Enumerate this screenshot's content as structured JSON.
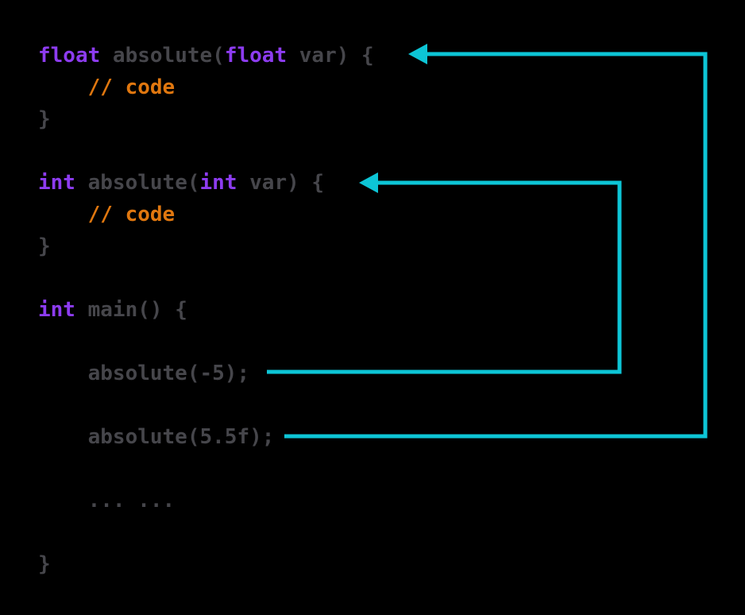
{
  "palette": {
    "background": "#000000",
    "keyword": "#8d3cf0",
    "code": "#46464b",
    "comment": "#e0770f",
    "arrow": "#0dc5d6"
  },
  "code": {
    "lines": [
      {
        "segments": [
          {
            "text": "float",
            "type": "keyword"
          },
          {
            "text": " absolute(",
            "type": "code"
          },
          {
            "text": "float",
            "type": "keyword"
          },
          {
            "text": " var) {",
            "type": "code"
          }
        ]
      },
      {
        "segments": [
          {
            "text": "    // code",
            "type": "comment"
          }
        ]
      },
      {
        "segments": [
          {
            "text": "}",
            "type": "code"
          }
        ]
      },
      {
        "segments": []
      },
      {
        "segments": [
          {
            "text": "int",
            "type": "keyword"
          },
          {
            "text": " absolute(",
            "type": "code"
          },
          {
            "text": "int",
            "type": "keyword"
          },
          {
            "text": " var) {",
            "type": "code"
          }
        ]
      },
      {
        "segments": [
          {
            "text": "    // code",
            "type": "comment"
          }
        ]
      },
      {
        "segments": [
          {
            "text": "}",
            "type": "code"
          }
        ]
      },
      {
        "segments": []
      },
      {
        "segments": [
          {
            "text": "int",
            "type": "keyword"
          },
          {
            "text": " main() {",
            "type": "code"
          }
        ]
      },
      {
        "segments": []
      },
      {
        "segments": [
          {
            "text": "    absolute(-5);",
            "type": "code"
          }
        ]
      },
      {
        "segments": []
      },
      {
        "segments": [
          {
            "text": "    absolute(5.5f);",
            "type": "code"
          }
        ]
      },
      {
        "segments": []
      },
      {
        "segments": [
          {
            "text": "    ... ...",
            "type": "code"
          }
        ]
      },
      {
        "segments": []
      },
      {
        "segments": [
          {
            "text": "}",
            "type": "code"
          }
        ]
      }
    ]
  },
  "arrows": [
    {
      "name": "int-call-arrow",
      "from": "absolute(-5);",
      "to": "int absolute(int var) {",
      "color": "#0dc5d6"
    },
    {
      "name": "float-call-arrow",
      "from": "absolute(5.5f);",
      "to": "float absolute(float var) {",
      "color": "#0dc5d6"
    }
  ]
}
